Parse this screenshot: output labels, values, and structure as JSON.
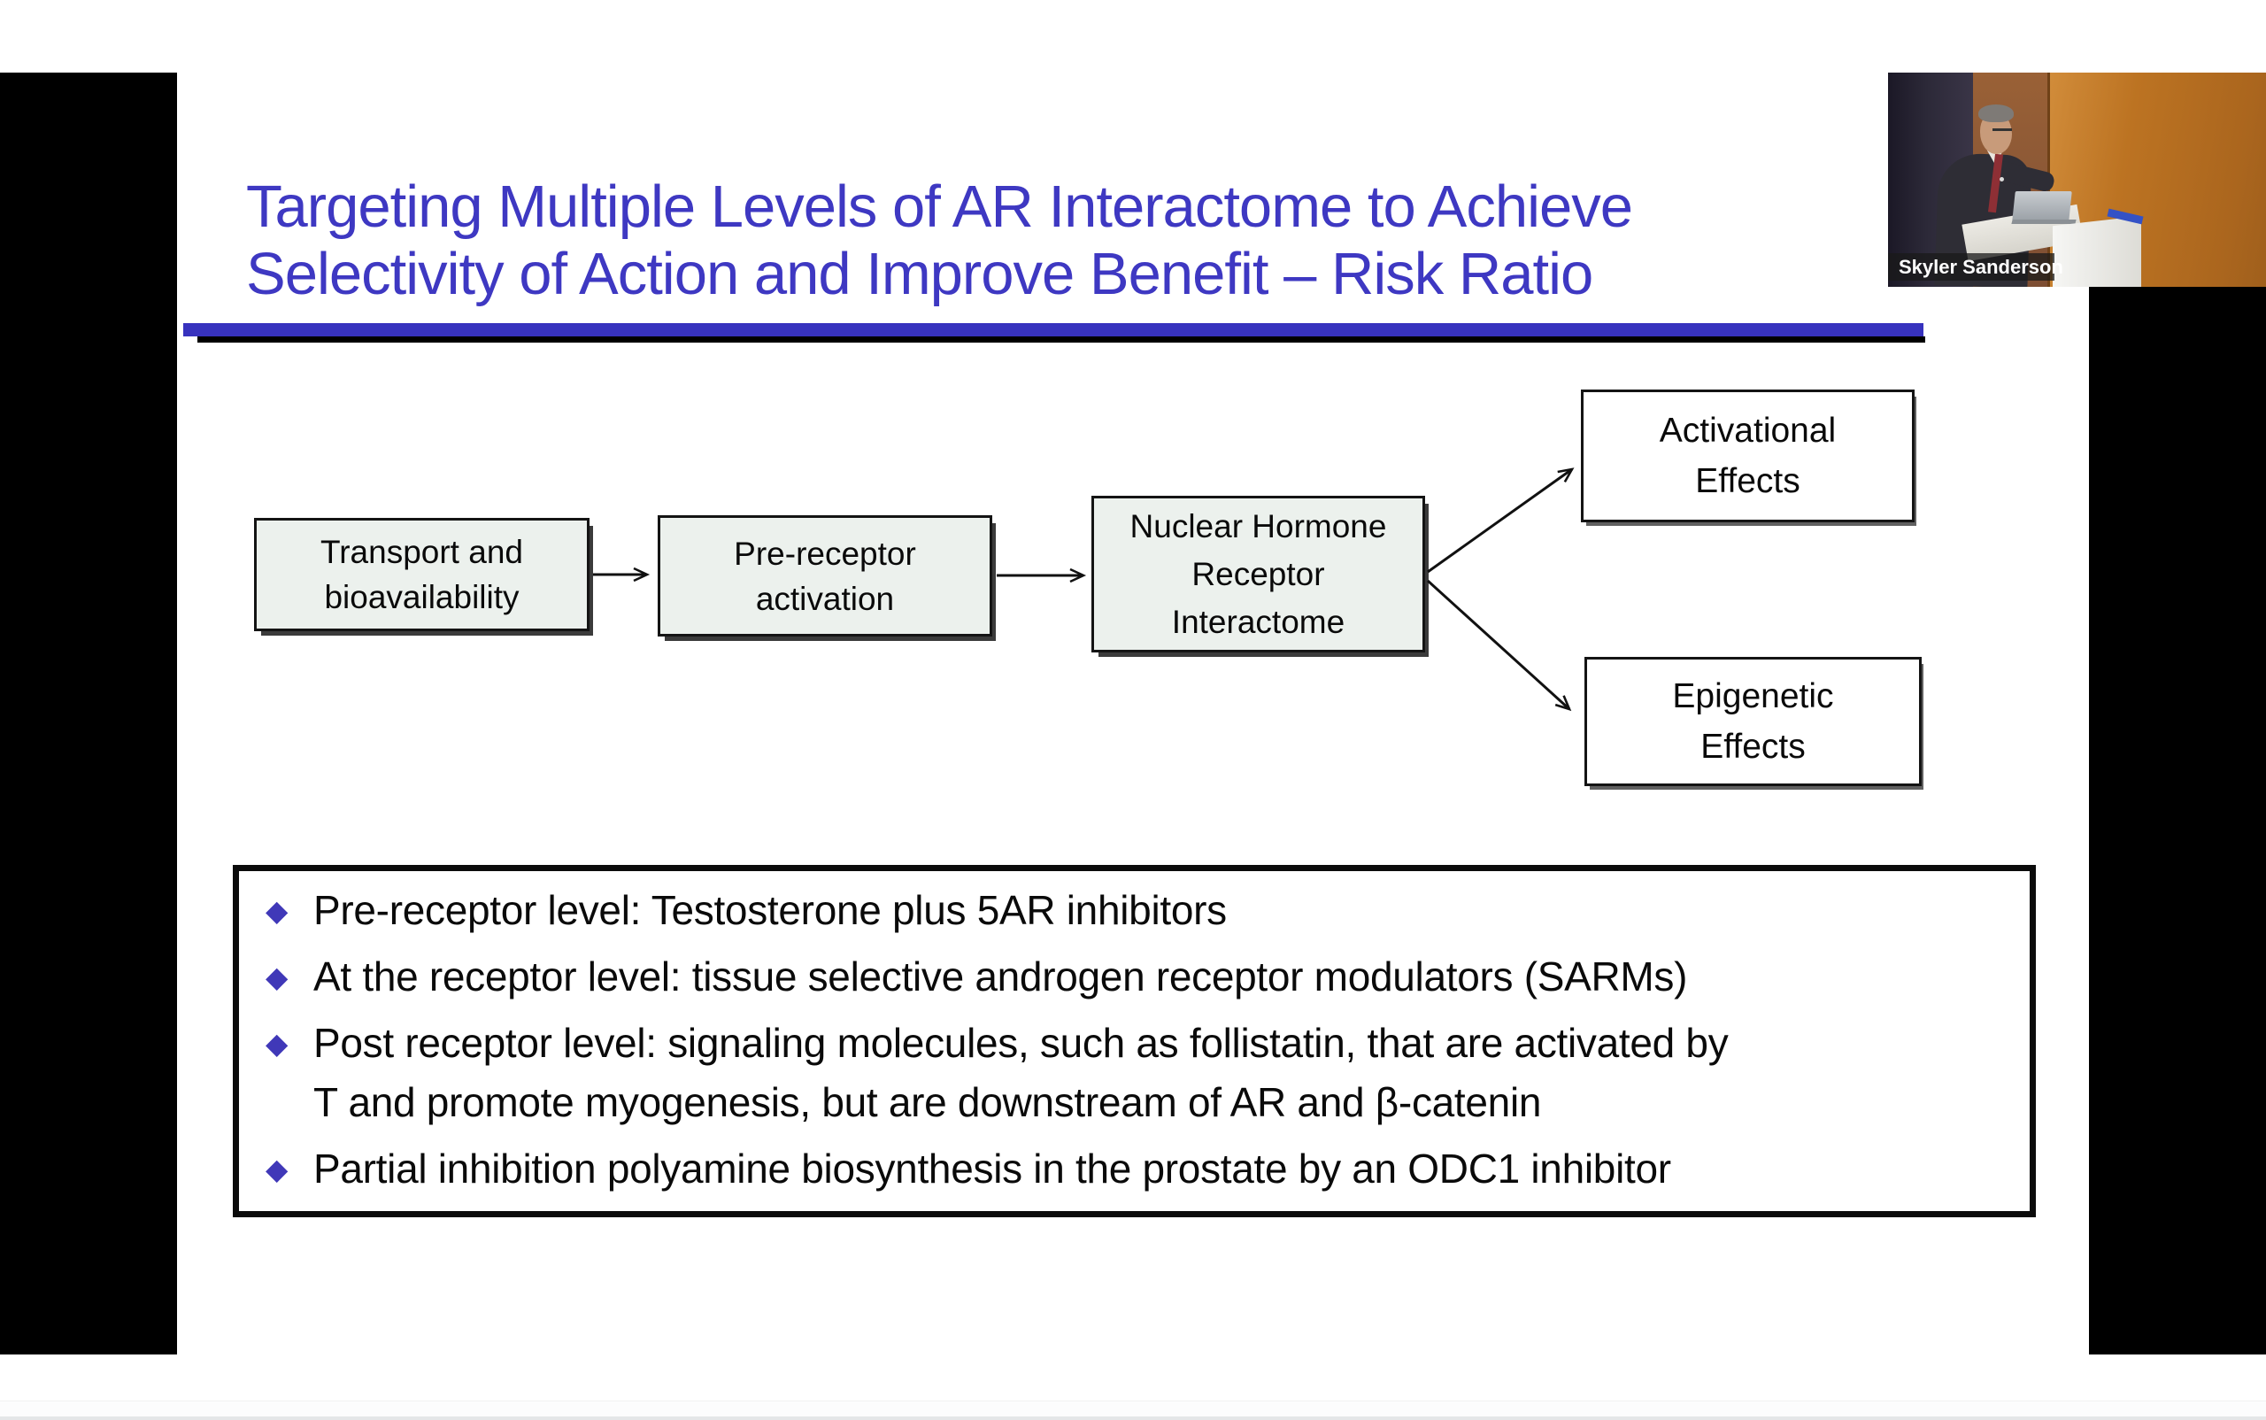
{
  "slide": {
    "title_lines": [
      "Targeting Multiple Levels of AR Interactome to Achieve",
      "Selectivity of Action and Improve Benefit – Risk Ratio"
    ],
    "flow_boxes": [
      {
        "label_lines": [
          "Transport and",
          "bioavailability"
        ]
      },
      {
        "label_lines": [
          "Pre-receptor",
          "activation"
        ]
      },
      {
        "label_lines": [
          "Nuclear Hormone",
          "Receptor",
          "Interactome"
        ]
      },
      {
        "label_lines": [
          "Activational",
          "Effects"
        ]
      },
      {
        "label_lines": [
          "Epigenetic",
          "Effects"
        ]
      }
    ],
    "bullet_glyph": "◆",
    "key_points": [
      "Pre-receptor level: Testosterone plus 5AR inhibitors",
      "At the receptor level: tissue selective androgen receptor modulators (SARMs)",
      [
        "Post receptor level: signaling molecules, such as follistatin, that are activated by",
        "T and promote myogenesis, but are downstream of AR and β-catenin"
      ],
      "Partial inhibition polyamine biosynthesis in the prostate by an ODC1 inhibitor"
    ]
  },
  "video": {
    "presenter_name": "Skyler Sanderson"
  },
  "colors": {
    "title_blue": "#3E38C2",
    "rule_blue": "#3732BE",
    "bullet_blue": "#4038B8",
    "flow_box_fill": "#ECF1ED",
    "letterbox_black": "#000000",
    "slide_background": "#FFFFFF"
  }
}
